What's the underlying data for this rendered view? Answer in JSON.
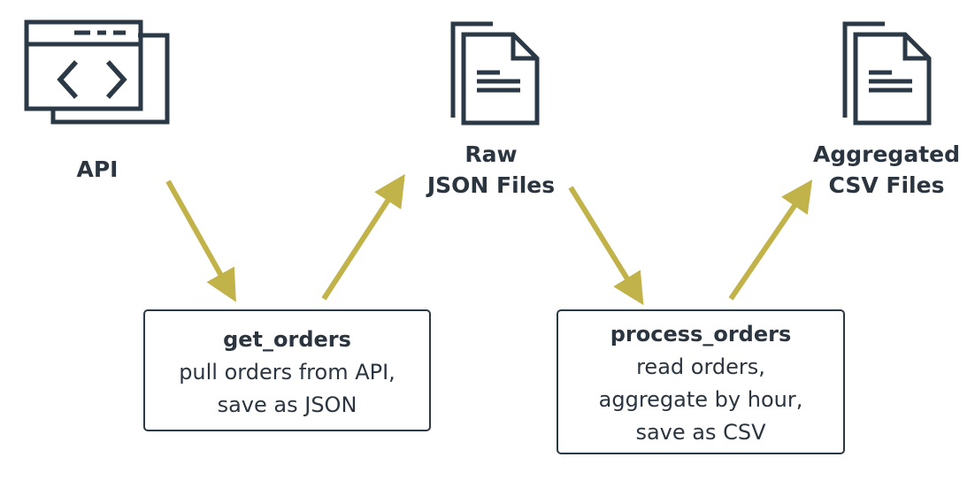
{
  "colors": {
    "icon": "#2b3845",
    "text": "#2a3540",
    "arrow": "#c1b24a",
    "box_border": "#2b3845"
  },
  "nodes": {
    "api": {
      "icon": "browser-code-icon",
      "label_lines": [
        "API"
      ]
    },
    "raw_json": {
      "icon": "document-stack-icon",
      "label_lines": [
        "Raw",
        "JSON Files"
      ]
    },
    "csv": {
      "icon": "document-stack-icon",
      "label_lines": [
        "Aggregated",
        "CSV Files"
      ]
    }
  },
  "processes": {
    "get_orders": {
      "name": "get_orders",
      "lines": [
        "pull orders from API,",
        "save as JSON"
      ]
    },
    "process_orders": {
      "name": "process_orders",
      "lines": [
        "read orders,",
        "aggregate by hour,",
        "save as CSV"
      ]
    }
  },
  "edges": [
    {
      "from": "API",
      "to": "get_orders"
    },
    {
      "from": "get_orders",
      "to": "Raw JSON Files"
    },
    {
      "from": "Raw JSON Files",
      "to": "process_orders"
    },
    {
      "from": "process_orders",
      "to": "Aggregated CSV Files"
    }
  ]
}
